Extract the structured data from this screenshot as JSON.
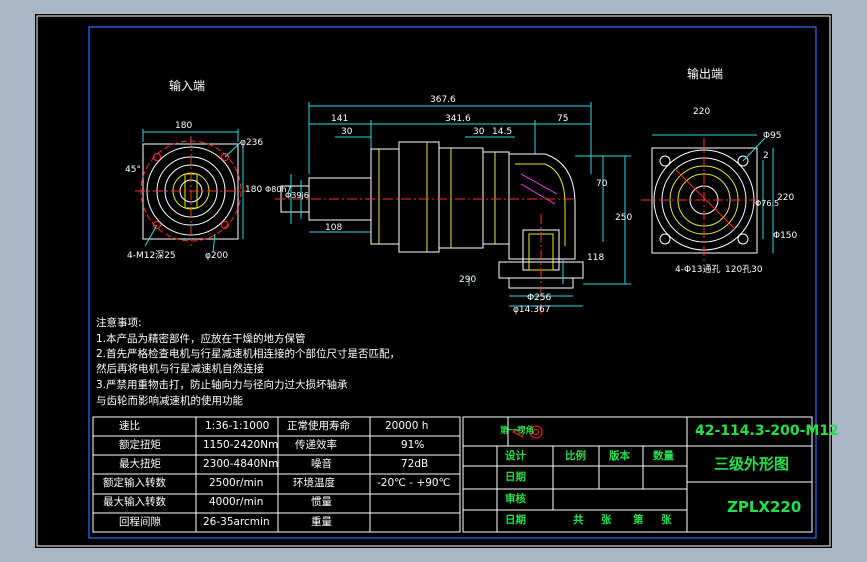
{
  "colors": {
    "background": "#a9b6c6",
    "sheet": "#000000",
    "line": "#ffffff",
    "frame": "#2f6cff",
    "green": "#22e04a",
    "red": "#ff2a2a",
    "yellow": "#e8e820",
    "magenta": "#ff3cff",
    "cyan": "#29d7e8"
  },
  "views": {
    "input_label": "输入端",
    "output_label": "输出端"
  },
  "dims": {
    "total": "367.6",
    "d141": "141",
    "d341": "341.6",
    "d75": "75",
    "d30": "30",
    "d30b": "30",
    "d145": "14.5",
    "d180": "180",
    "d236": "φ236",
    "d45": "45°",
    "d180v": "180",
    "d4m12": "4-M12深25",
    "d200": "φ200",
    "d80": "Φ80h7",
    "d39": "Φ39j6",
    "d108": "108",
    "d70": "70",
    "d250": "250",
    "d118": "118",
    "d290": "290",
    "d256": "Φ256",
    "d14367": "φ14.367",
    "d220": "220",
    "d95": "Φ95",
    "d2": "2",
    "d150": "Φ150",
    "d220v": "220",
    "dphi76": "Φ76.5",
    "d413": "4-Φ13通孔",
    "d120": "120孔30"
  },
  "notes": {
    "title": "注意事项:",
    "l1": "1.本产品为精密部件，应放在干燥的地方保管",
    "l2": "2.首先严格检查电机与行星减速机相连接的个部位尺寸是否匹配，",
    "l3": "然后再将电机与行星减速机自然连接",
    "l4": "3.严禁用重物击打，防止轴向力与径向力过大损坏轴承",
    "l5": "与齿轮而影响减速机的使用功能"
  },
  "spec": {
    "rows": [
      [
        "速比",
        "1:36-1:1000",
        "正常使用寿命",
        "20000 h"
      ],
      [
        "额定扭矩",
        "1150-2420Nm",
        "传递效率",
        "91%"
      ],
      [
        "最大扭矩",
        "2300-4840Nm",
        "噪音",
        "72dB"
      ],
      [
        "额定输入转数",
        "2500r/min",
        "环境温度",
        "-20℃ - +90℃"
      ],
      [
        "最大输入转数",
        "4000r/min",
        "惯量",
        ""
      ],
      [
        "回程间隙",
        "26-35arcmin",
        "重量",
        ""
      ]
    ]
  },
  "title_block": {
    "projection": "第一视角",
    "drawing_no": "42-114.3-200-M12",
    "design": "设计",
    "date1": "日期",
    "review": "审核",
    "date2": "日期",
    "scale": "比例",
    "version": "版本",
    "quantity": "数量",
    "name": "三级外形图",
    "model": "ZPLX220",
    "sheets_total": "共",
    "sheets": "张",
    "sheet_no": "第",
    "sheet_unit": "张"
  }
}
